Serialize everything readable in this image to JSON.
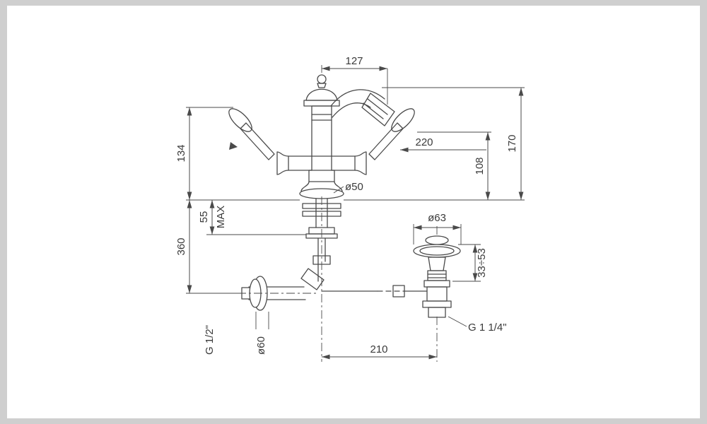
{
  "drawing": {
    "type": "technical-dimension-drawing",
    "subject": "bidet mixer tap with pop-up waste",
    "colors": {
      "line": "#4a4a4a",
      "paper": "#ffffff",
      "margin": "#cfcfcf"
    }
  },
  "labels": {
    "dim_127": "127",
    "dim_220": "220",
    "dim_108": "108",
    "dim_170": "170",
    "dim_134": "134",
    "dim_o50": "ø50",
    "dim_55": "55",
    "dim_max": "MAX",
    "dim_360": "360",
    "dim_o63": "ø63",
    "dim_33_53": "33÷53",
    "dim_g12": "G 1/2\"",
    "dim_o60": "ø60",
    "dim_210": "210",
    "dim_g114": "G 1 1/4\""
  }
}
